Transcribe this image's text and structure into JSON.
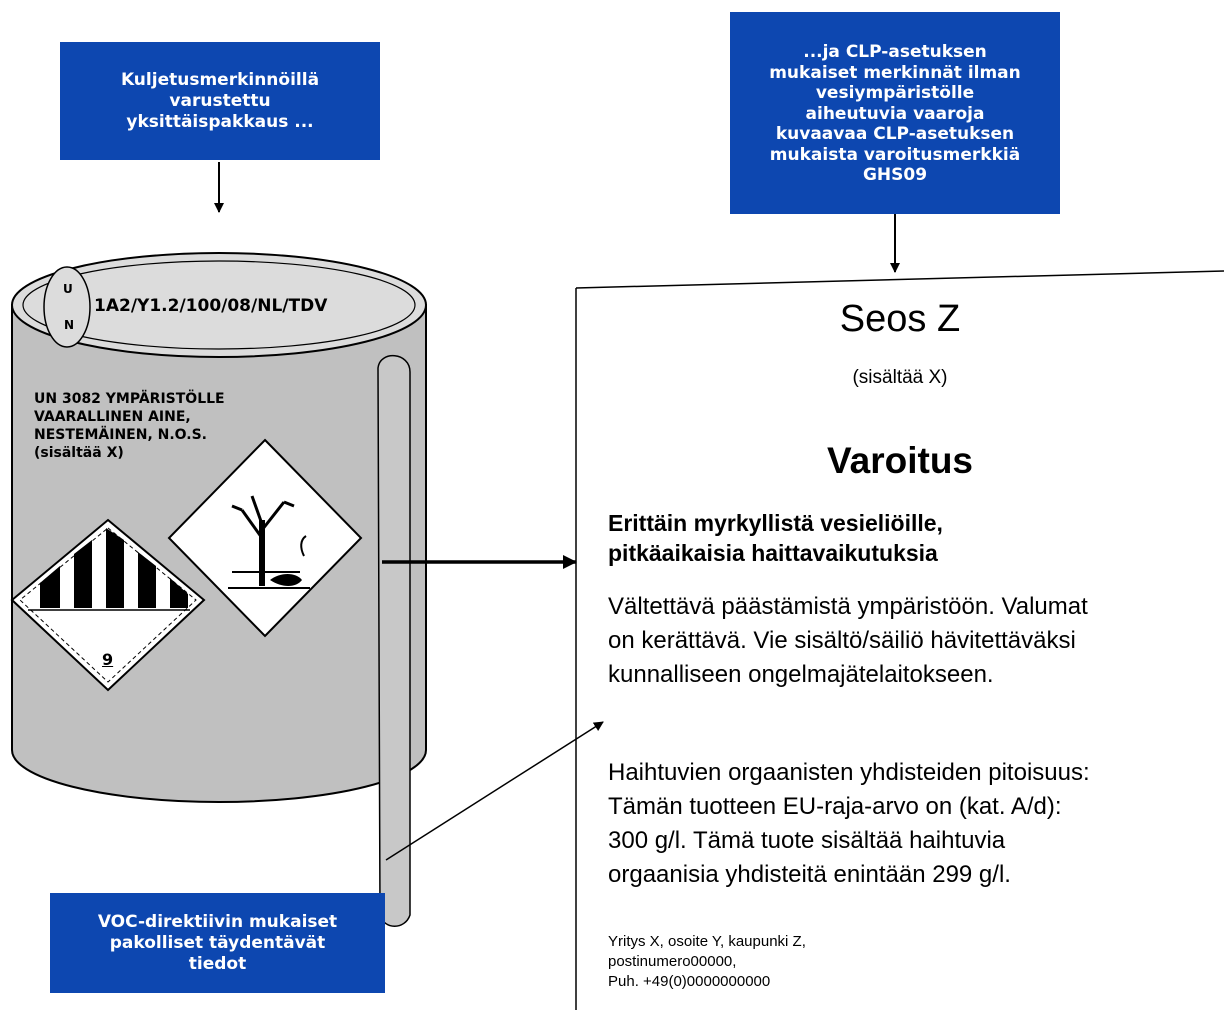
{
  "callouts": {
    "transport": [
      "Kuljetusmerkinnöillä",
      "varustettu",
      "yksittäispakkaus ..."
    ],
    "clp": [
      "...ja CLP-asetuksen",
      "mukaiset merkinnät ilman",
      "vesiympäristölle",
      "aiheutuvia vaaroja",
      "kuvaavaa CLP-asetuksen",
      "mukaista varoitusmerkkiä",
      "GHS09"
    ],
    "voc": [
      "VOC-direktiivin mukaiset",
      "pakolliset täydentävät",
      "tiedot"
    ]
  },
  "drum": {
    "un_mark_top": "U",
    "un_mark_bottom": "N",
    "packaging_code": "1A2/Y1.2/100/08/NL/TDV",
    "shipping_name": [
      "UN 3082 YMPÄRISTÖLLE",
      "VAARALLINEN AINE,",
      "NESTEMÄINEN, N.O.S.",
      "(sisältää X)"
    ],
    "hazard_class_number": "9",
    "colors": {
      "body": "#c0c0c0",
      "lid": "#dcdcdc"
    },
    "icons": [
      "class-9-diamond-icon",
      "environment-hazard-diamond-icon"
    ]
  },
  "label": {
    "product_name": "Seos Z",
    "contains": "(sisältää X)",
    "signal_word": "Varoitus",
    "hazard_statement": [
      "Erittäin myrkyllistä vesieliöille,",
      "pitkäaikaisia haittavaikutuksia"
    ],
    "precautionary": [
      "Vältettävä päästämistä ympäristöön. Valumat",
      "on kerättävä. Vie sisältö/säiliö hävitettäväksi",
      "kunnalliseen ongelmajätelaitokseen."
    ],
    "voc_info": [
      "Haihtuvien orgaanisten yhdisteiden pitoisuus:",
      "Tämän tuotteen EU-raja-arvo on (kat. A/d):",
      "300 g/l. Tämä tuote sisältää haihtuvia",
      "orgaanisia yhdisteitä enintään 299 g/l."
    ],
    "supplier": [
      "Yritys X, osoite Y, kaupunki Z,",
      "postinumero00000,",
      "Puh. +49(0)0000000000"
    ]
  },
  "colors": {
    "callout_bg": "#0d47b0",
    "callout_text": "#ffffff"
  }
}
